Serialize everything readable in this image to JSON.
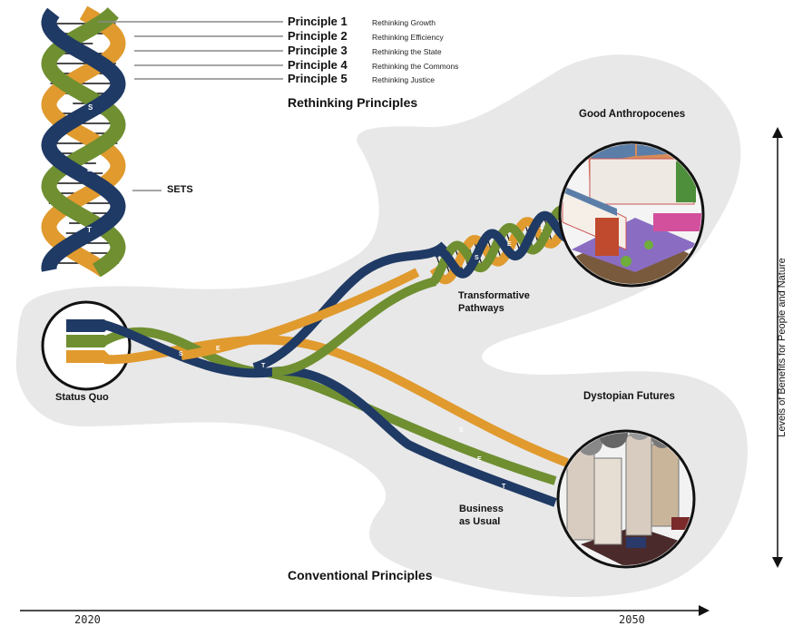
{
  "principles": [
    {
      "name": "Principle 1",
      "desc": "Rethinking Growth"
    },
    {
      "name": "Principle 2",
      "desc": "Rethinking Efficiency"
    },
    {
      "name": "Principle 3",
      "desc": "Rethinking the State"
    },
    {
      "name": "Principle 4",
      "desc": "Rethinking the Commons"
    },
    {
      "name": "Principle 5",
      "desc": "Rethinking Justice"
    }
  ],
  "labels": {
    "rethinking": "Rethinking Principles",
    "sets": "SETS",
    "good": "Good Anthropocenes",
    "transformative_1": "Transformative",
    "transformative_2": "Pathways",
    "status_quo": "Status Quo",
    "dystopian": "Dystopian Futures",
    "business_1": "Business",
    "business_2": "as Usual",
    "conventional": "Conventional Principles",
    "year_start": "2020",
    "year_end": "2050",
    "y_axis": "Levels of Benefits for People and Nature"
  },
  "strand_letters": {
    "s": "S",
    "e": "E",
    "t": "T"
  },
  "colors": {
    "social": "#e09a2e",
    "ecological": "#6f8f31",
    "technological": "#1f3a64",
    "blob": "#e8e8e8",
    "ink": "#111111"
  }
}
